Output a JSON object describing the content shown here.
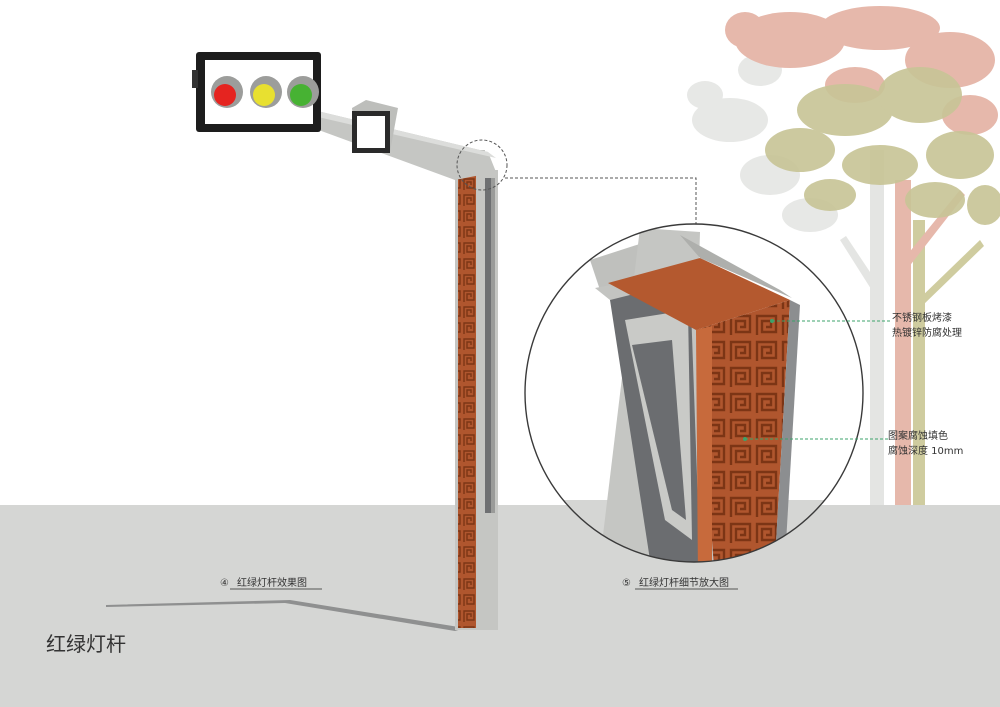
{
  "page_title": "红绿灯杆",
  "caption_effect": {
    "number": "④",
    "text": "红绿灯杆效果图"
  },
  "caption_detail": {
    "number": "⑤",
    "text": "红绿灯杆细节放大图"
  },
  "annotations": [
    {
      "line1": "不锈钢板烤漆",
      "line2": "热镀锌防腐处理"
    },
    {
      "line1": "图案腐蚀填色",
      "line2": "腐蚀深度 10mm"
    }
  ],
  "signal_lights": [
    {
      "name": "red",
      "color": "#e52420"
    },
    {
      "name": "yellow",
      "color": "#e8e030"
    },
    {
      "name": "green",
      "color": "#47b233"
    }
  ],
  "colors": {
    "ground": "#d5d6d4",
    "pole_grey": "#c5c6c3",
    "pole_dark": "#6e7072",
    "rust": "#b0562e",
    "tree_pink": "#e6b8ab",
    "tree_olive": "#c8c597",
    "tree_white": "#e7e8e6"
  }
}
